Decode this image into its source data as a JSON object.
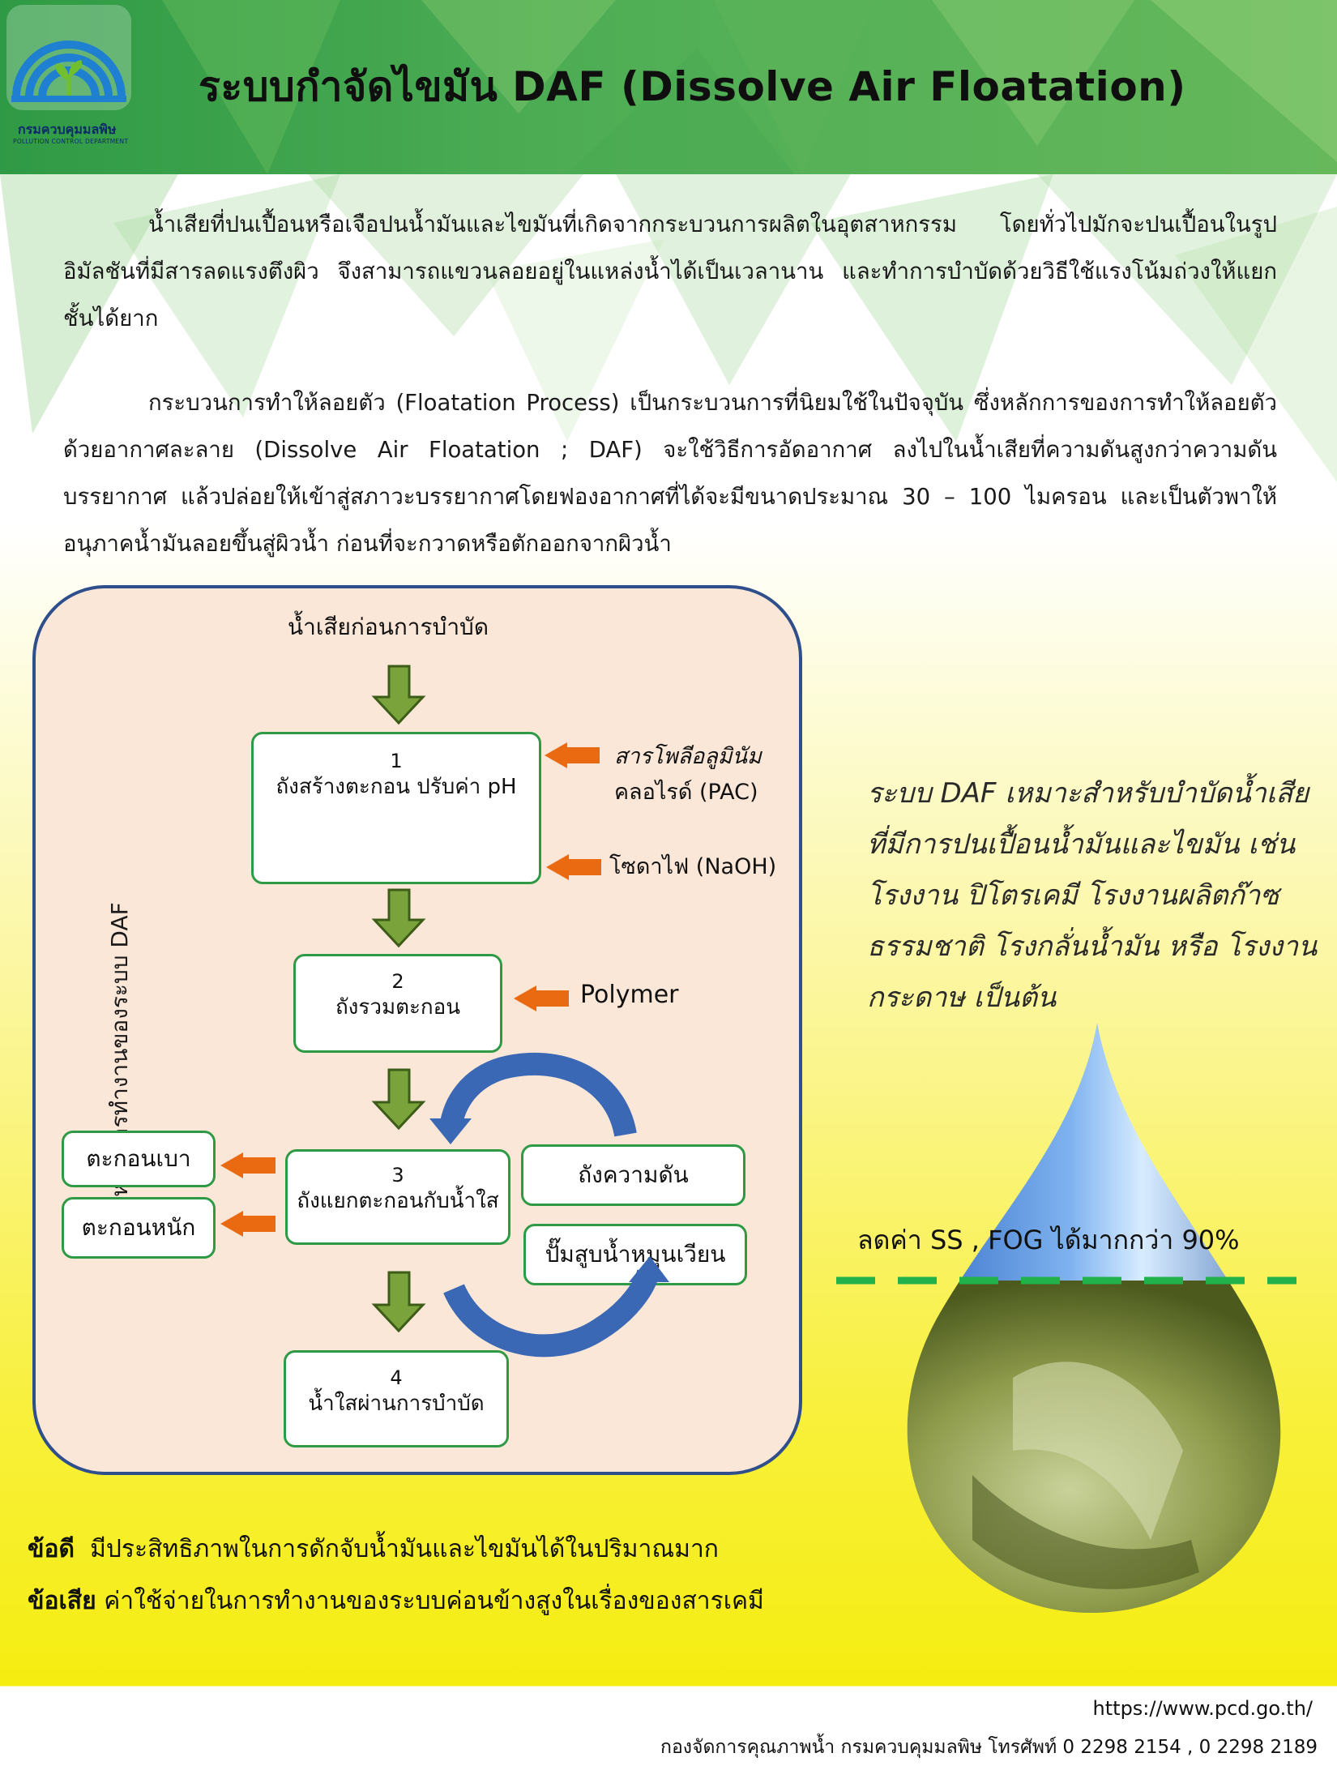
{
  "header": {
    "title": "ระบบกำจัดไขมัน DAF (Dissolve Air Floatation)",
    "logo_text": "กรมควบคุมมลพิษ",
    "logo_subtext": "POLLUTION CONTROL DEPARTMENT"
  },
  "intro": {
    "paragraph1": "น้ำเสียที่ปนเปื้อนหรือเจือปนน้ำมันและไขมันที่เกิดจากกระบวนการผลิตในอุตสาหกรรม โดยทั่วไปมักจะปนเปื้อนในรูปอิมัลชันที่มีสารลดแรงตึงผิว จึงสามารถแขวนลอยอยู่ในแหล่งน้ำได้เป็นเวลานาน และทำการบำบัดด้วยวิธีใช้แรงโน้มถ่วงให้แยกชั้นได้ยาก",
    "paragraph2": "กระบวนการทำให้ลอยตัว (Floatation Process) เป็นกระบวนการที่นิยมใช้ในปัจจุบัน ซึ่งหลักการของการทำให้ลอยตัวด้วยอากาศละลาย (Dissolve Air Floatation ; DAF) จะใช้วิธีการอัดอากาศ ลงไปในน้ำเสียที่ความดันสูงกว่าความดันบรรยากาศ แล้วปล่อยให้เข้าสู่สภาวะบรรยากาศโดยฟองอากาศที่ได้จะมีขนาดประมาณ 30 – 100 ไมครอน และเป็นตัวพาให้อนุภาคน้ำมันลอยขึ้นสู่ผิวน้ำ ก่อนที่จะกวาดหรือตักออกจากผิวน้ำ"
  },
  "diagram": {
    "vertical_label": "หลักการทำงานของระบบ DAF",
    "input_label": "น้ำเสียก่อนการบำบัด",
    "steps": [
      {
        "num": "1",
        "label": "ถังสร้างตะกอน ปรับค่า pH"
      },
      {
        "num": "2",
        "label": "ถังรวมตะกอน"
      },
      {
        "num": "3",
        "label": "ถังแยกตะกอนกับน้ำใส"
      },
      {
        "num": "4",
        "label": "น้ำใสผ่านการบำบัด"
      }
    ],
    "chemicals": {
      "pac_line1": "สารโพลีอลูมินัม",
      "pac_line2": "คลอไรด์ (PAC)",
      "naoh": "โซดาไฟ (NaOH)",
      "polymer": "Polymer"
    },
    "outputs": {
      "light_sludge": "ตะกอนเบา",
      "heavy_sludge": "ตะกอนหนัก"
    },
    "recycle": {
      "pressure_tank": "ถังความดัน",
      "recirc_pump": "ปั๊มสูบน้ำหมุนเวียน"
    }
  },
  "side_note": "ระบบ DAF เหมาะสำหรับบำบัดน้ำเสียที่มีการปนเปื้อนน้ำมันและไขมัน เช่น โรงงาน ปิโตรเคมี โรงงานผลิตก๊าซธรรมชาติ โรงกลั่นน้ำมัน หรือ โรงงานกระดาษ เป็นต้น",
  "drop_label": "ลดค่า SS , FOG   ได้มากกว่า 90%",
  "pros_cons": {
    "pro_label": "ข้อดี",
    "pro_text": "มีประสิทธิภาพในการดักจับน้ำมันและไขมันได้ในปริมาณมาก",
    "con_label": "ข้อเสีย",
    "con_text": "ค่าใช้จ่ายในการทำงานของระบบค่อนข้างสูงในเรื่องของสารเคมี"
  },
  "footer": {
    "url": "https://www.pcd.go.th/",
    "dept": "กองจัดการคุณภาพน้ำ กรมควบคุมมลพิษ โทรศัพท์ 0 2298 2154 , 0 2298 2189"
  },
  "colors": {
    "header_green": "#36a14a",
    "box_border_green": "#2f9a45",
    "arrow_green": "#7aa33c",
    "arrow_orange": "#ea6a12",
    "diagram_bg": "#fbe7d8",
    "diagram_border": "#2f4f8c",
    "curve_blue": "#3a68b4",
    "dash_green": "#22b24c"
  }
}
